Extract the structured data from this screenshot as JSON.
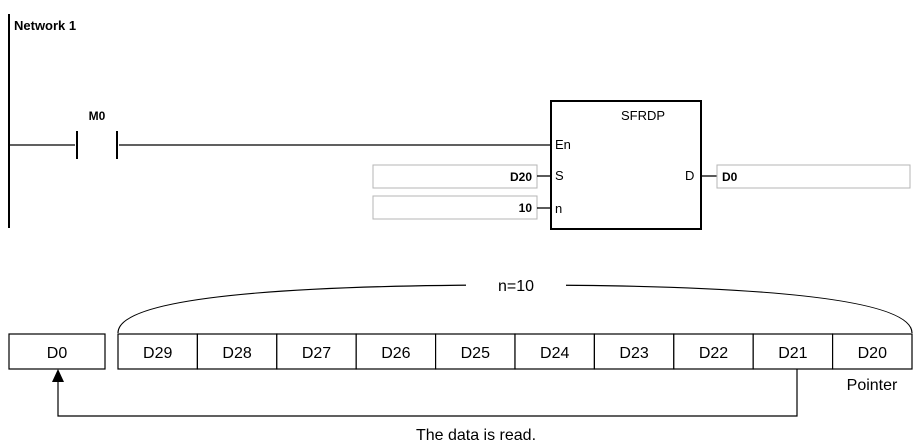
{
  "ladder": {
    "network_label": "Network 1",
    "contact_label": "M0",
    "instruction": "SFRDP",
    "pins": {
      "en": "En",
      "s": "S",
      "n": "n",
      "d": "D"
    },
    "operands": {
      "s_value": "D20",
      "n_value": "10",
      "d_value": "D0"
    }
  },
  "register_diagram": {
    "n_label": "n=10",
    "target_register": "D0",
    "registers": [
      "D29",
      "D28",
      "D27",
      "D26",
      "D25",
      "D24",
      "D23",
      "D22",
      "D21",
      "D20"
    ],
    "pointer_label": "Pointer",
    "read_caption": "The data is read."
  }
}
